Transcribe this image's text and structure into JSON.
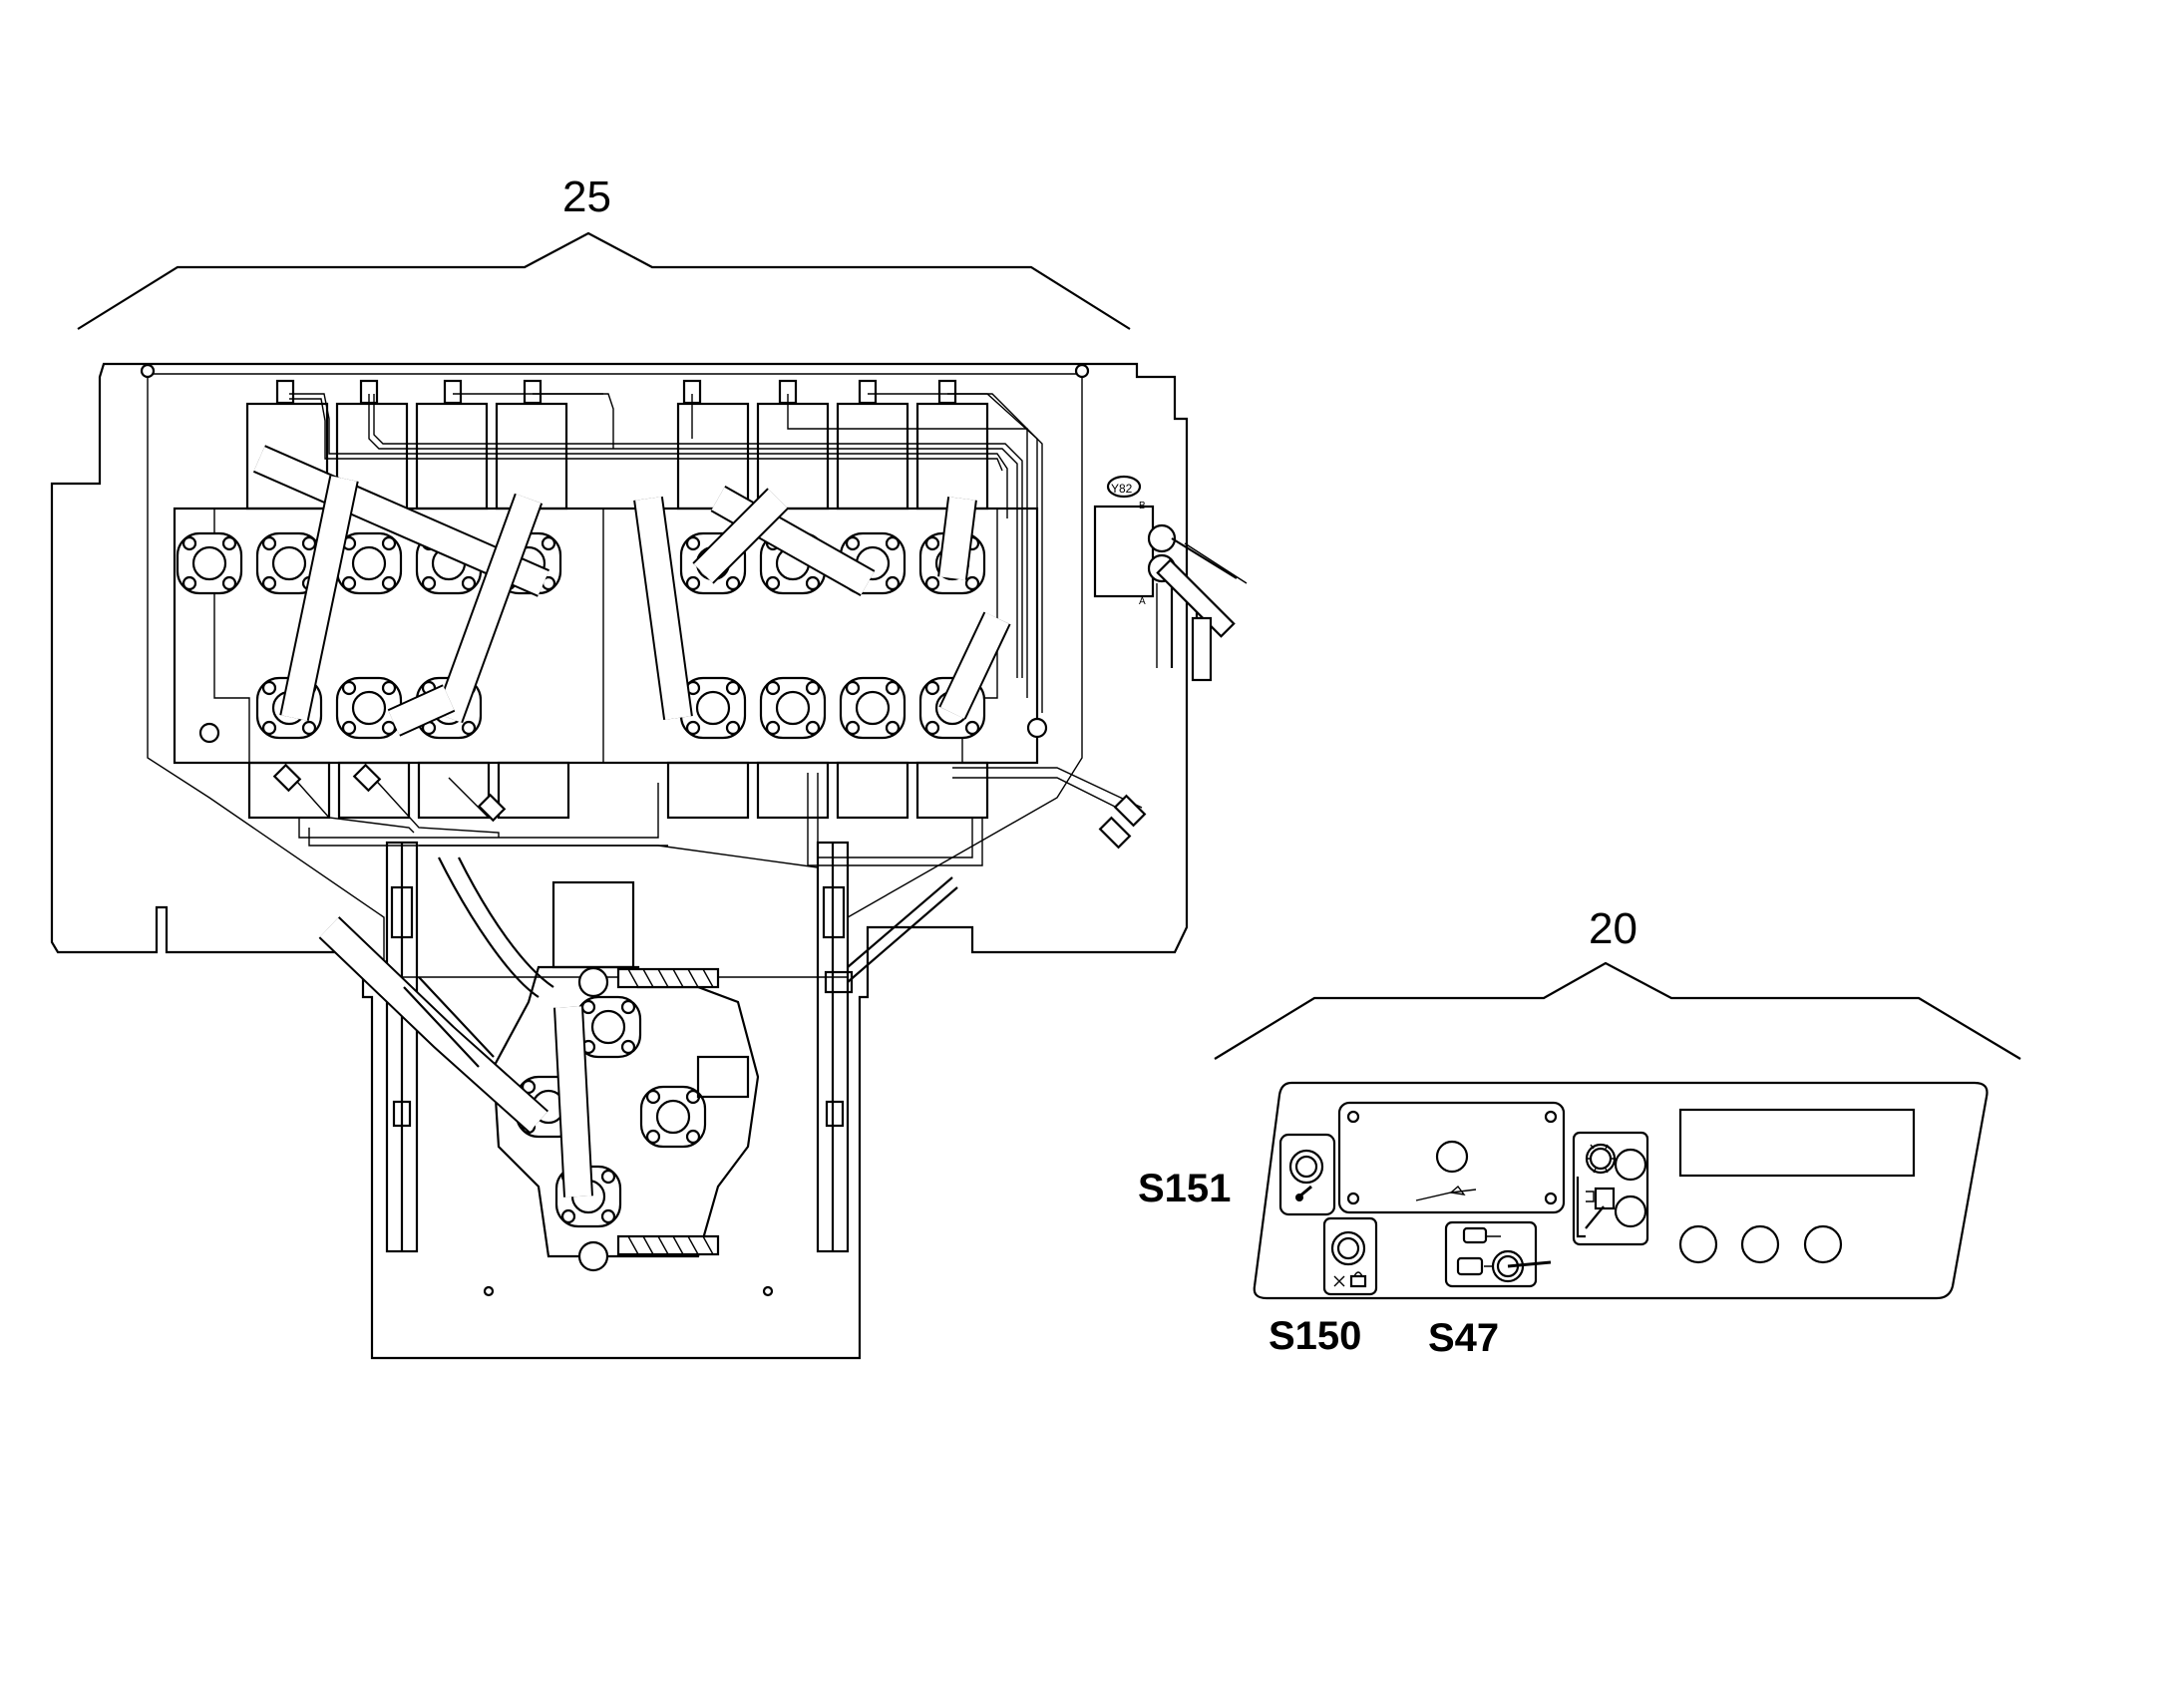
{
  "callouts": {
    "assembly_top": "25",
    "assembly_panel": "20"
  },
  "switches": {
    "s151": "S151",
    "s150": "S150",
    "s47": "S47"
  },
  "tags": {
    "valve_tag": "Y82",
    "port_b": "B",
    "port_a": "A"
  }
}
